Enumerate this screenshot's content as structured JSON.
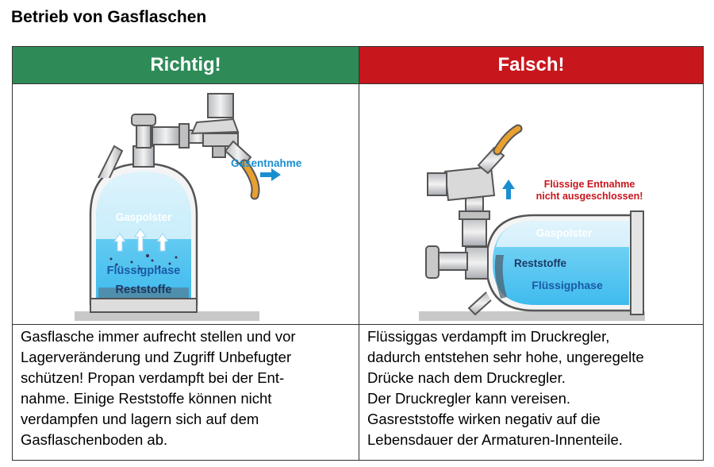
{
  "page_title": "Betrieb von Gasflaschen",
  "left": {
    "header": "Richtig!",
    "header_color": "#2e8b57",
    "labels": {
      "gas_outlet": "Gasentnahme",
      "gas_cushion": "Gaspolster",
      "liquid": "Flüssigphase",
      "residue": "Reststoffe"
    },
    "text_lines": [
      "Gasflasche immer aufrecht stellen und vor",
      "Lagerveränderung und Zugriff Unbefugter",
      "schützen! Propan verdampft bei der Ent-",
      "nahme. Einige Reststoffe können nicht",
      "verdampfen und lagern sich auf dem",
      "Gasflaschenboden ab."
    ]
  },
  "right": {
    "header": "Falsch!",
    "header_color": "#c8161d",
    "labels": {
      "warning_line1": "Flüssige Entnahme",
      "warning_line2": "nicht ausgeschlossen!",
      "gas_cushion": "Gaspolster",
      "residue": "Reststoffe",
      "liquid": "Flüssigphase"
    },
    "text_lines": [
      "Flüssiggas verdampft im Druckregler,",
      "dadurch entstehen sehr hohe, ungeregelte",
      "Drücke nach dem Druckregler.",
      "Der Druckregler kann vereisen.",
      "Gasreststoffe wirken negativ auf die",
      "Lebensdauer der Armaturen-Innenteile."
    ]
  },
  "colors": {
    "liquid": "#5ec8f0",
    "label_blue": "#1a5aa6",
    "arrow_blue": "#1a8fd0",
    "hose": "#e8a030",
    "warning_red": "#c8161d"
  }
}
